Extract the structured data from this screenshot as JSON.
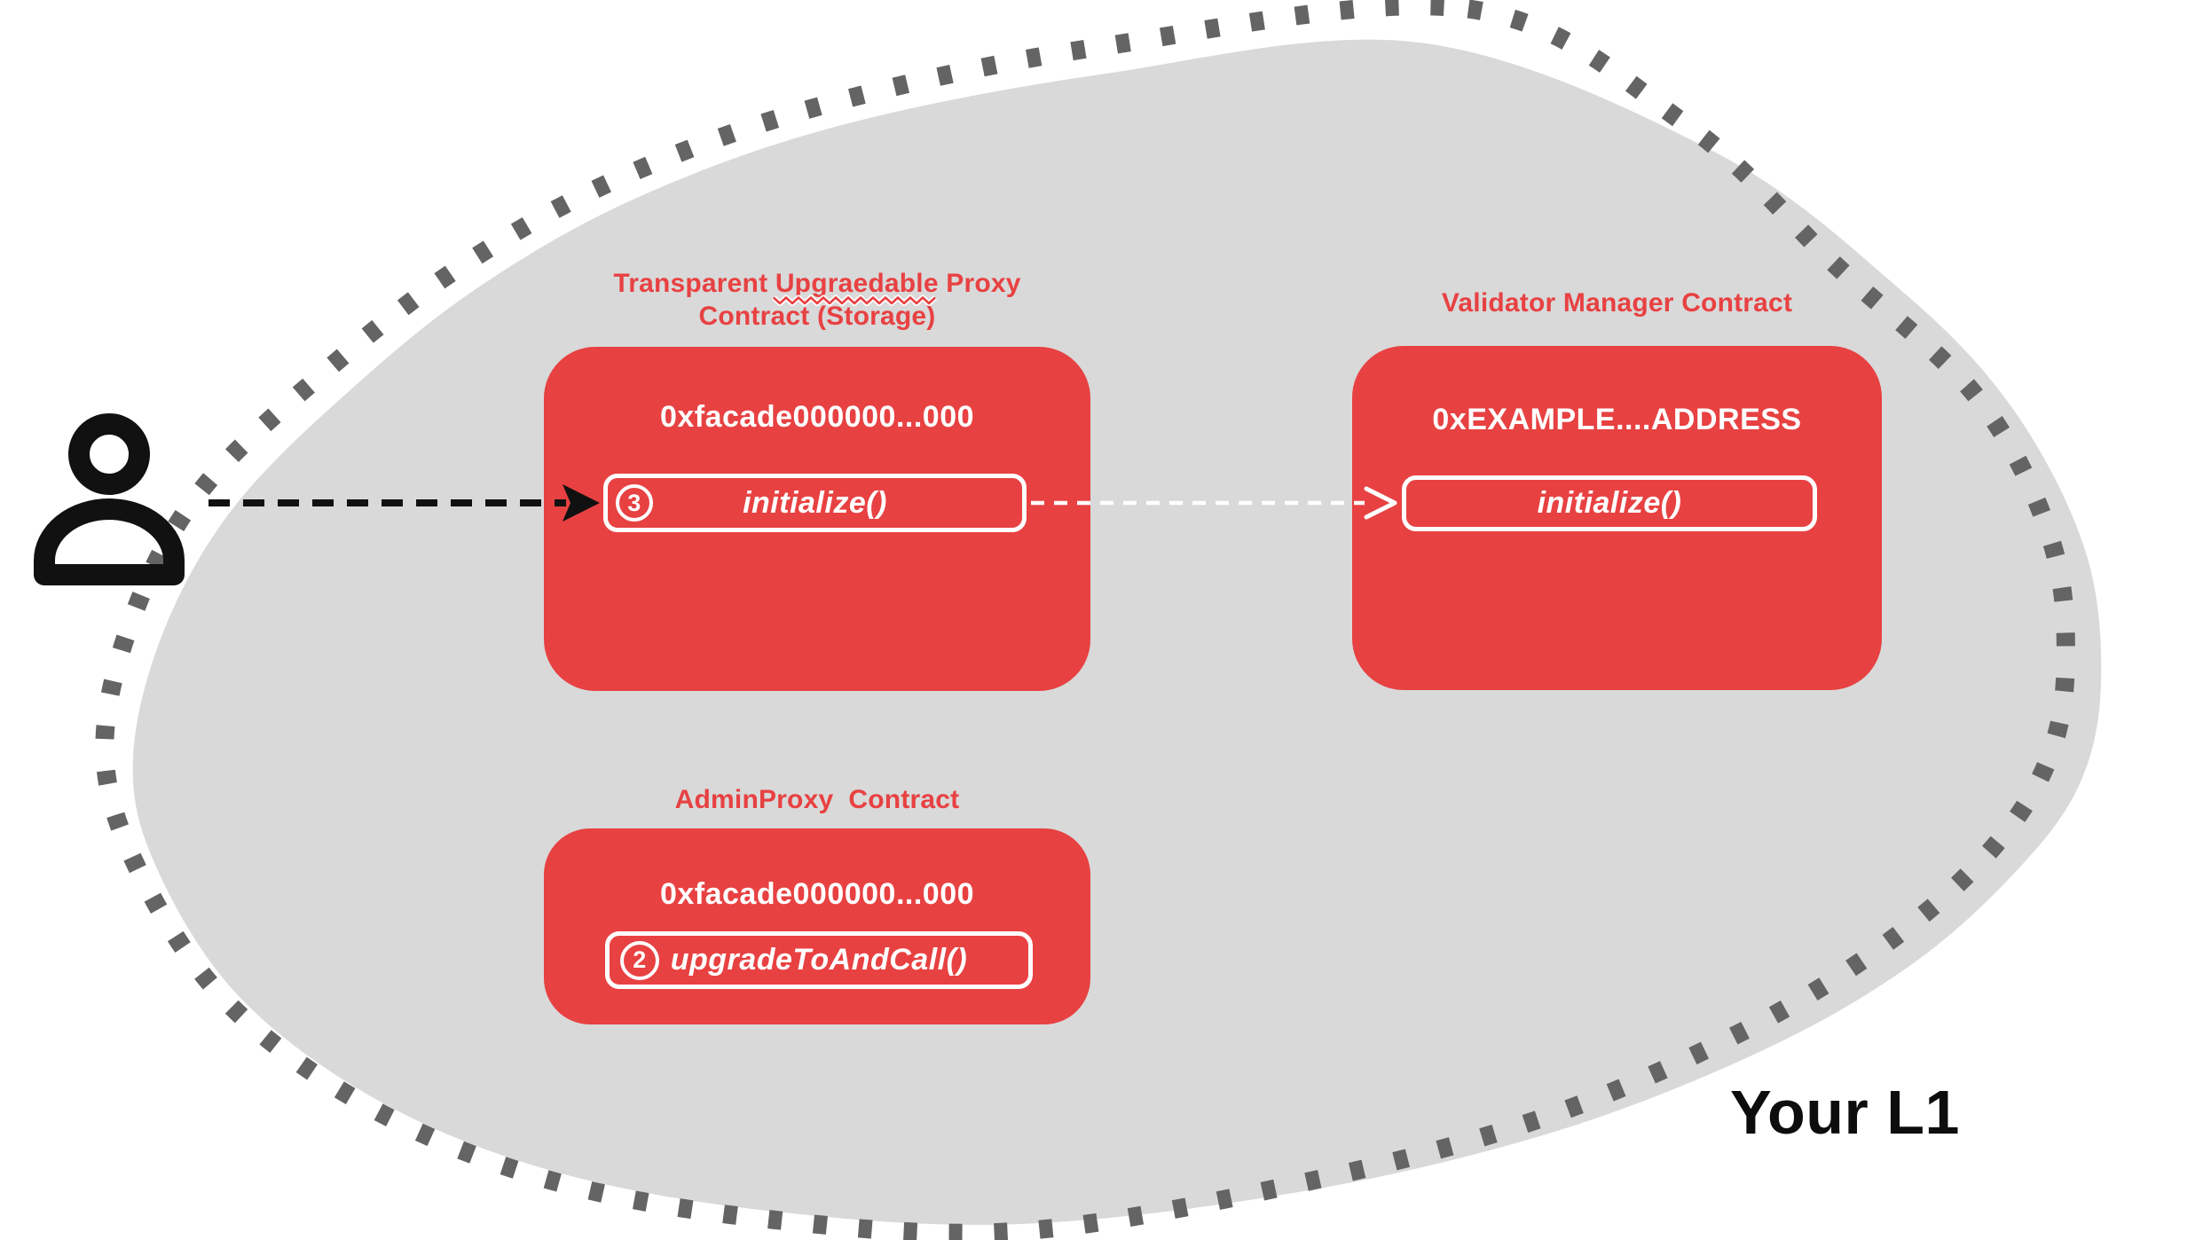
{
  "region": {
    "label": "Your L1"
  },
  "actor": {
    "icon": "user-icon"
  },
  "contracts": {
    "proxy": {
      "title_pre": "Transparent ",
      "title_misspelled": "Upgraedable",
      "title_post": " Proxy",
      "title_line2": "Contract (Storage)",
      "address": "0xfacade000000...000",
      "step": "3",
      "method": "initialize()"
    },
    "validator": {
      "title": "Validator Manager Contract",
      "address": "0xEXAMPLE....ADDRESS",
      "method": "initialize()"
    },
    "admin": {
      "title": "AdminProxy  Contract",
      "address": "0xfacade000000...000",
      "step": "2",
      "method": "upgradeToAndCall()"
    }
  },
  "colors": {
    "accent_red": "#e84142",
    "region_fill": "#d9d9d9",
    "region_dot": "#646464",
    "text_white": "#ffffff",
    "arrow_black": "#111111",
    "label_ink": "#0d0d0d"
  }
}
